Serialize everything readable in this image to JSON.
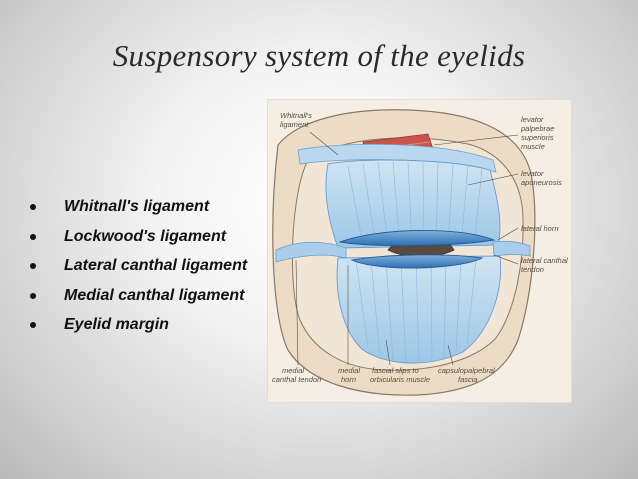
{
  "slide": {
    "title": "Suspensory system of the eyelids",
    "bullets": [
      "Whitnall's ligament",
      "Lockwood's ligament",
      "Lateral canthal ligament",
      "Medial canthal ligament",
      "Eyelid margin"
    ]
  },
  "figure": {
    "labels": {
      "whitnall_1": "Whitnall's",
      "whitnall_2": "ligament",
      "levator_palp_1": "levator",
      "levator_palp_2": "palpebrae",
      "levator_palp_3": "superioris",
      "levator_palp_4": "muscle",
      "levator_apo_1": "levator",
      "levator_apo_2": "aponeurosis",
      "lateral_horn": "lateral horn",
      "lateral_tendon_1": "lateral canthal",
      "lateral_tendon_2": "tendon",
      "medial_tendon_1": "medial",
      "medial_tendon_2": "canthal tendon",
      "medial_horn_1": "medial",
      "medial_horn_2": "horn",
      "fascial_1": "fascial slips to",
      "fascial_2": "orbicularis muscle",
      "capsulo_1": "capsulopalpebral",
      "capsulo_2": "fascia"
    }
  }
}
